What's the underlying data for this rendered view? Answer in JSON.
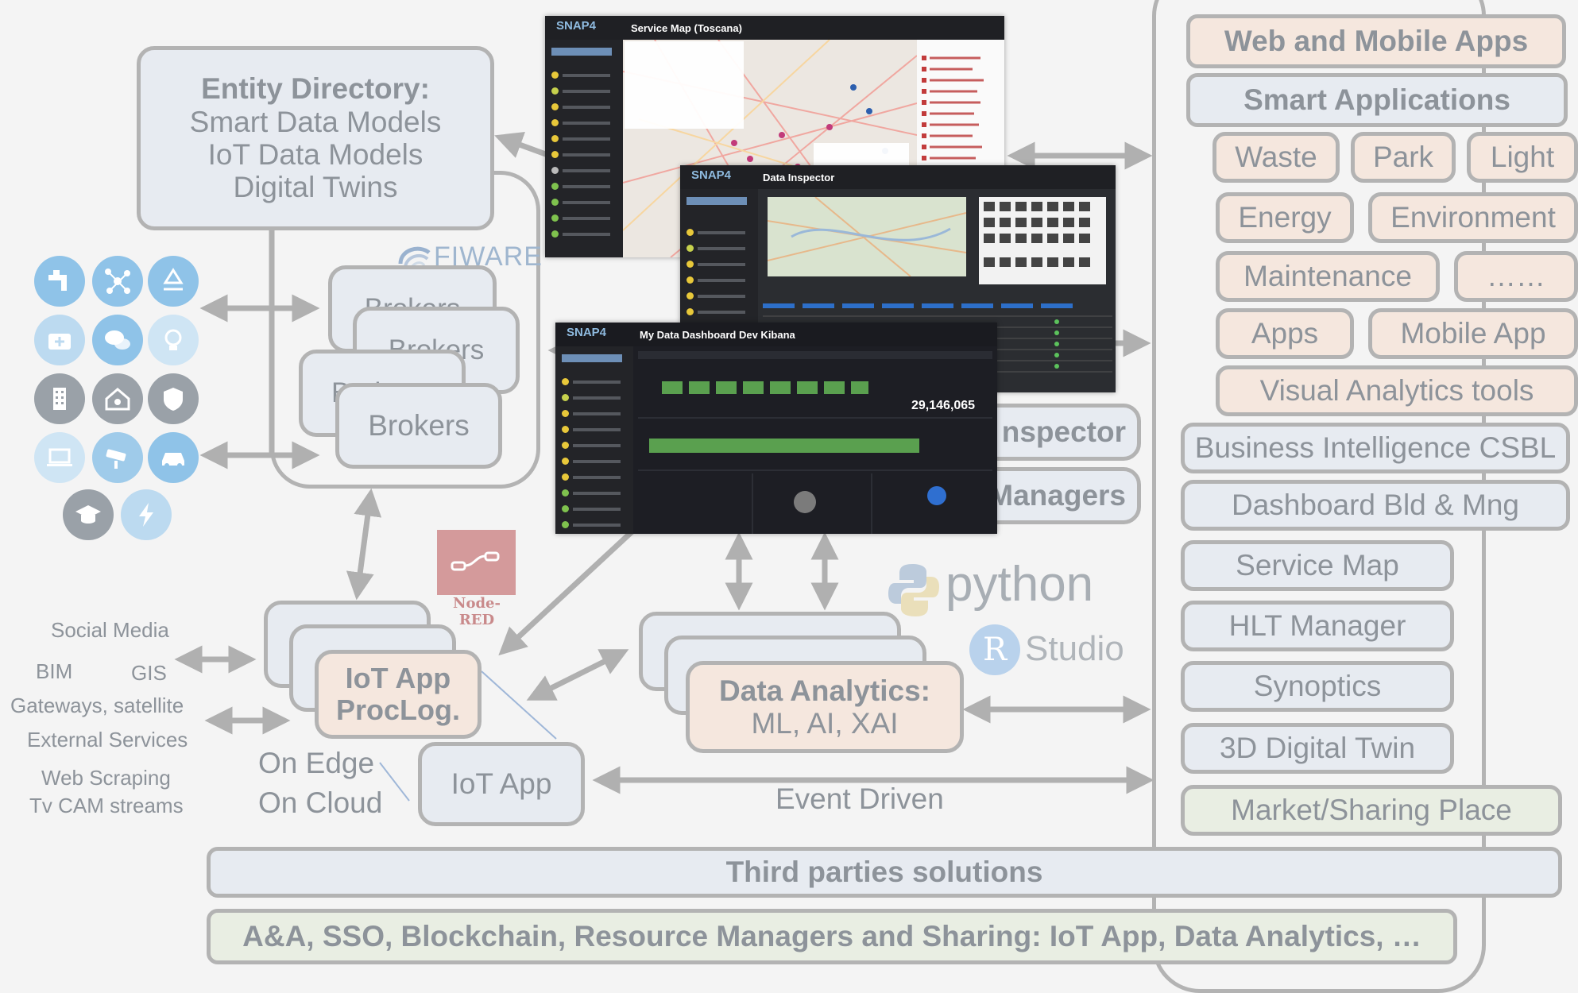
{
  "entity_directory": {
    "title": "Entity Directory:",
    "lines": [
      "Smart Data Models",
      "IoT Data Models",
      "Digital Twins"
    ]
  },
  "fiware_logo": "FIWARE",
  "brokers": [
    "Brokers",
    "Brokers",
    "Brokers",
    "Brokers"
  ],
  "sources": [
    "Social Media",
    "BIM",
    "GIS",
    "Gateways, satellite",
    "External Services",
    "Web Scraping",
    "Tv CAM streams"
  ],
  "nodered_label": "Node-RED",
  "iot_app_proclog": [
    "IoT App",
    "ProcLog."
  ],
  "on_edge": "On Edge",
  "on_cloud": "On Cloud",
  "iot_app": "IoT App",
  "event_driven": "Event Driven",
  "data_analytics": [
    "Data Analytics:",
    "ML, AI, XAI"
  ],
  "python_label": "python",
  "rstudio_label": "Studio",
  "rstudio_r": "R",
  "partial_labels": [
    "nspector",
    "Managers"
  ],
  "right_column": {
    "web_mobile": "Web and Mobile Apps",
    "smart_apps": "Smart Applications",
    "waste": "Waste",
    "park": "Park",
    "light": "Light",
    "energy": "Energy",
    "environment": "Environment",
    "maintenance": "Maintenance",
    "dots": "……",
    "apps": "Apps",
    "mobile_app": "Mobile App",
    "visual_analytics": "Visual Analytics tools",
    "bi": "Business Intelligence CSBL",
    "dashboard": "Dashboard Bld & Mng",
    "service_map": "Service Map",
    "hlt_manager": "HLT Manager",
    "synoptics": "Synoptics",
    "digital_twin": "3D Digital Twin",
    "market": "Market/Sharing  Place"
  },
  "third_parties": "Third parties solutions",
  "bottom_bar": "A&A, SSO, Blockchain, Resource Managers and Sharing: IoT App, Data Analytics, …",
  "screenshots": {
    "service_map": {
      "logo": "SNAP4",
      "title": "Service Map (Toscana)"
    },
    "data_inspector": {
      "logo": "SNAP4",
      "title": "Data Inspector"
    },
    "kibana": {
      "logo": "SNAP4",
      "title": "My Data Dashboard Dev Kibana",
      "counter": "29,146,065"
    }
  },
  "colors": {
    "border": "#b3b3b3",
    "blue_fill": "#e7ebf1",
    "peach_fill": "#f5e7de",
    "green_fill": "#e9eee3",
    "text": "#8d939a",
    "icon_blue": "#8fc3e8",
    "icon_gray": "#9aa1a8",
    "nodered": "#c9777a"
  },
  "icons": [
    "tap-icon",
    "network-icon",
    "recycle-icon",
    "medical-bag-icon",
    "chat-icon",
    "lightbulb-icon",
    "building-icon",
    "smart-home-icon",
    "shield-icon",
    "laptop-icon",
    "cctv-icon",
    "car-icon",
    "graduation-cap-icon",
    "lightning-icon"
  ]
}
